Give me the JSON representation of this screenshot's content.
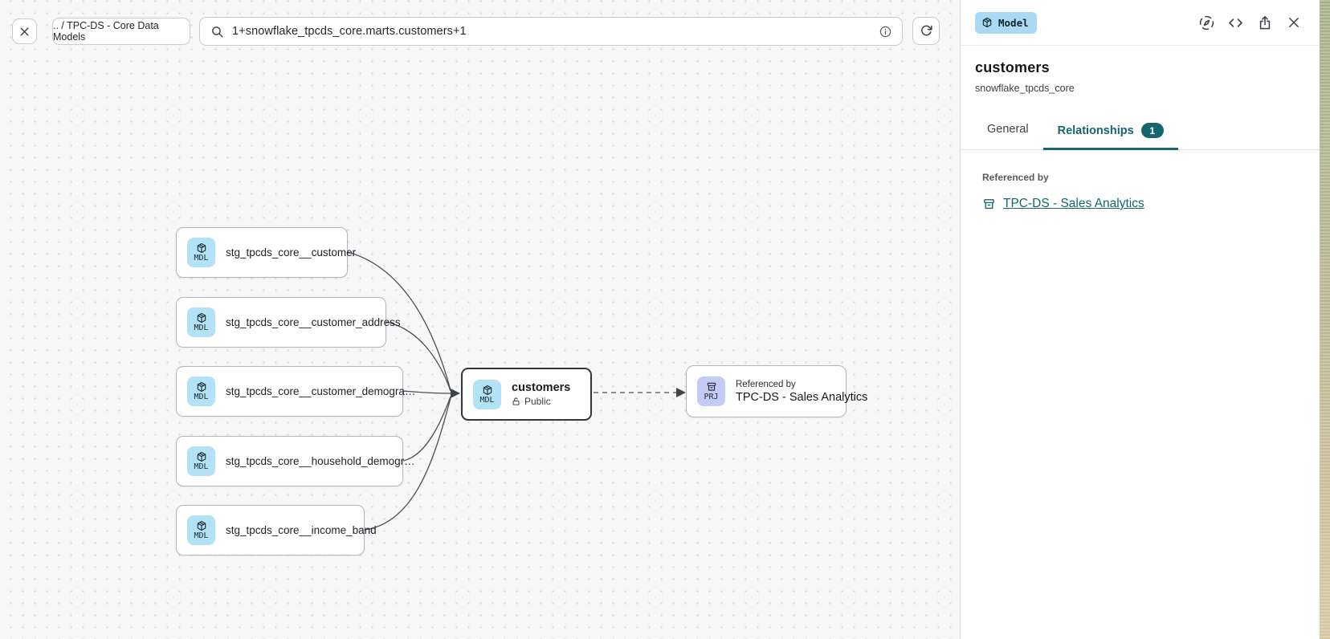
{
  "topbar": {
    "breadcrumb_label": ".. / TPC-DS - Core Data Models",
    "search_value": "1+snowflake_tpcds_core.marts.customers+1"
  },
  "canvas": {
    "model_badge_label": "MDL",
    "project_badge_label": "PRJ",
    "upstream_nodes": [
      {
        "label": "stg_tpcds_core__customer"
      },
      {
        "label": "stg_tpcds_core__customer_address"
      },
      {
        "label": "stg_tpcds_core__customer_demogra…"
      },
      {
        "label": "stg_tpcds_core__household_demogr…"
      },
      {
        "label": "stg_tpcds_core__income_band"
      }
    ],
    "selected_node": {
      "title": "customers",
      "access_label": "Public"
    },
    "reference_node": {
      "caption": "Referenced by",
      "title": "TPC-DS - Sales Analytics"
    }
  },
  "panel": {
    "type_badge_label": "Model",
    "title": "customers",
    "subtitle": "snowflake_tpcds_core",
    "tab_general": "General",
    "tab_relationships": "Relationships",
    "relationships_count": "1",
    "referenced_by_label": "Referenced by",
    "reference_link_label": "TPC-DS - Sales Analytics"
  },
  "colors": {
    "accent_teal": "#15666e",
    "model_badge_bg": "#b3e1f5",
    "project_badge_bg": "#c4cbf4",
    "type_chip_bg": "#a9d9f3",
    "canvas_bg": "#f7f7f8"
  }
}
